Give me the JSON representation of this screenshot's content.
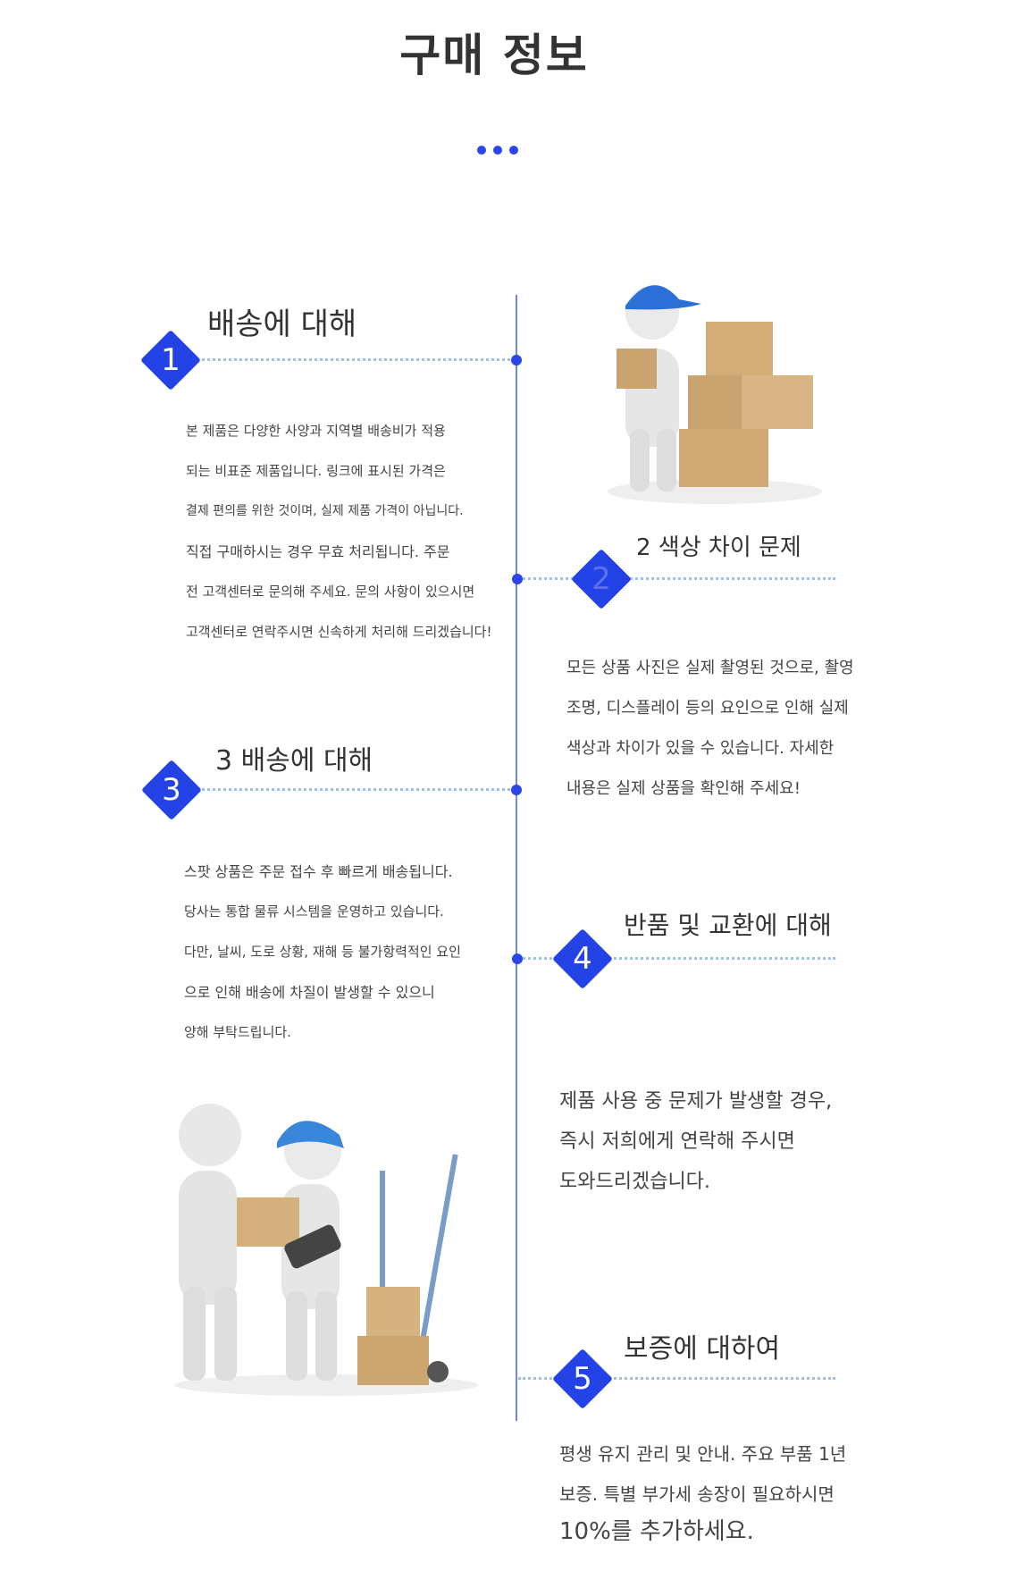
{
  "header": {
    "title": "구매 정보"
  },
  "colors": {
    "accent": "#2443e6",
    "line": "#6f86ee",
    "dash": "#9cc0e6"
  },
  "sections": [
    {
      "num": "1",
      "title": "배송에 대해",
      "lines": [
        "본 제품은 다양한 사양과 지역별 배송비가 적용",
        "되는 비표준 제품입니다. 링크에 표시된 가격은",
        "결제 편의를 위한 것이며, 실제 제품 가격이 아닙니다.",
        "직접 구매하시는 경우 무효 처리됩니다. 주문",
        "전 고객센터로 문의해 주세요. 문의 사항이 있으시면",
        "고객센터로 연락주시면 신속하게 처리해 드리겠습니다!"
      ]
    },
    {
      "num": "2",
      "title": "2 색상 차이 문제",
      "lines": [
        "모든 상품 사진은 실제 촬영된 것으로, 촬영",
        "조명, 디스플레이 등의 요인으로 인해 실제",
        "색상과 차이가 있을 수 있습니다. 자세한",
        "내용은 실제 상품을 확인해 주세요!"
      ]
    },
    {
      "num": "3",
      "title": "3 배송에 대해",
      "lines": [
        "스팟 상품은 주문 접수 후 빠르게 배송됩니다.",
        "당사는 통합 물류 시스템을 운영하고 있습니다.",
        "다만, 날씨, 도로 상황, 재해 등 불가항력적인 요인",
        "으로 인해 배송에 차질이 발생할 수 있으니",
        "양해 부탁드립니다."
      ]
    },
    {
      "num": "4",
      "title": "반품 및 교환에 대해",
      "lines": [
        "제품 사용 중 문제가 발생할 경우,",
        "즉시 저희에게 연락해 주시면",
        "도와드리겠습니다."
      ]
    },
    {
      "num": "5",
      "title": "보증에 대하여",
      "lines": [
        "평생 유지 관리 및 안내. 주요 부품 1년",
        "보증. 특별 부가세 송장이 필요하시면",
        "10%를 추가하세요."
      ]
    }
  ]
}
